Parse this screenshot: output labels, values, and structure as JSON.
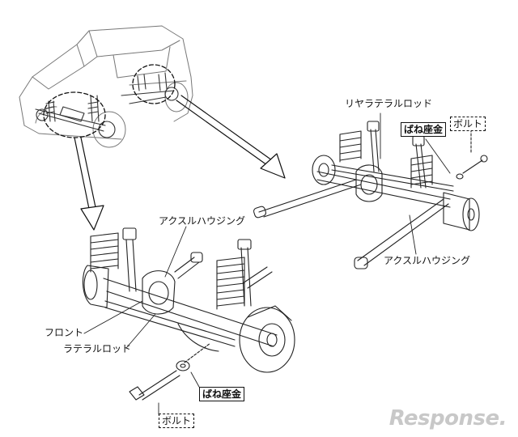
{
  "labels": {
    "rear_lateral_rod": "リヤラテラルロッド",
    "rear_washer": "ばね座金",
    "rear_bolt": "ボルト",
    "rear_axle_housing": "アクスルハウジング",
    "front_axle_housing": "アクスルハウジング",
    "front_line1": "フロント",
    "front_line2": "ラテラルロッド",
    "front_washer": "ばね座金",
    "front_bolt": "ボルト"
  },
  "watermark": "Response."
}
